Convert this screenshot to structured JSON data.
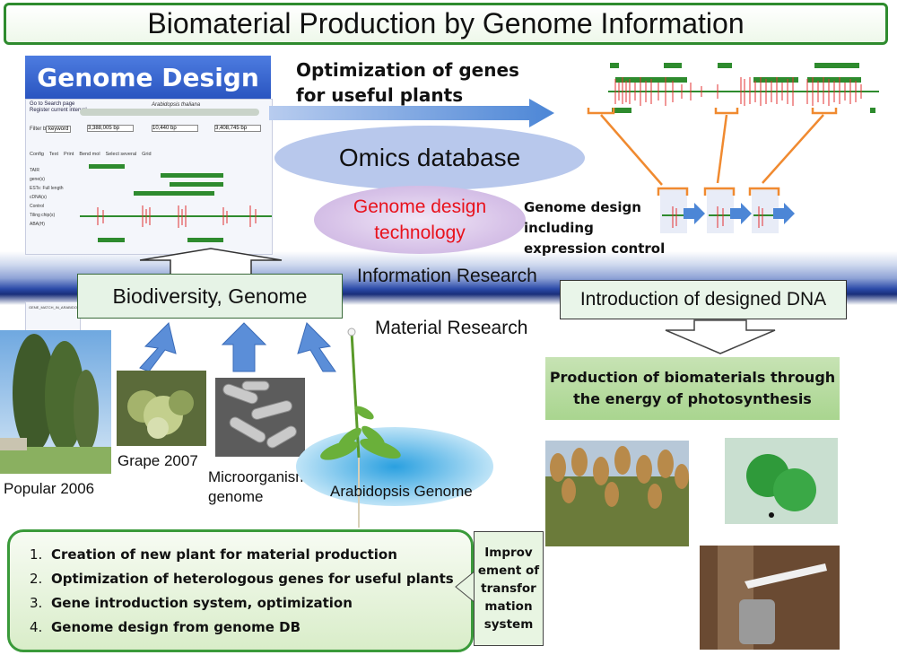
{
  "title": "Biomaterial Production by Genome Information",
  "genome_design": {
    "header": "Genome Design",
    "browser": {
      "link1": "Go to Search page",
      "link2": "Register current interval",
      "species": "Arabidopsis thaliana",
      "filter_label": "Filter by:",
      "filter_value": "keyword",
      "pos_start": "3,388,005 bp",
      "span": "10,440 bp",
      "pos_end": "3,408,745 bp",
      "tools": [
        "Config",
        "Text",
        "Print",
        "Bend mol",
        "Select several",
        "Grid"
      ],
      "tracks": [
        "TAIR",
        "gene(s)",
        "ESTs: Full length",
        "cDNA(s)",
        "Control",
        "Tiling chip(s)",
        "ABA(H)"
      ],
      "lower_track": "GENE_MATCH_IN_ARABIDOPSIS"
    }
  },
  "optimization_text": "Optimization of genes for useful plants",
  "omics_database": "Omics database",
  "genome_design_technology": "Genome design technology",
  "genome_design_expression": "Genome design including expression control",
  "information_research": "Information Research",
  "material_research": "Material Research",
  "biodiversity_genome": "Biodiversity, Genome",
  "introduction_dna": "Introduction of designed DNA",
  "production_biomaterials": "Production of biomaterials through the energy of photosynthesis",
  "captions": {
    "poplar": "Popular 2006",
    "grape": "Grape 2007",
    "micro_line1": "Microorganism",
    "micro_line2": "genome",
    "arabidopsis": "Arabidopsis Genome"
  },
  "list": [
    {
      "num": "1.",
      "text": "Creation of new plant for material production"
    },
    {
      "num": "2.",
      "text": "Optimization of heterologous genes for useful plants"
    },
    {
      "num": "3.",
      "text": "Gene introduction system, optimization"
    },
    {
      "num": "4.",
      "text": "Genome design from genome DB"
    }
  ],
  "improvement": "Improv ement of transfor mation system",
  "colors": {
    "title_border": "#2e8b2e",
    "blue_arrow": "#5b8ed8",
    "orange_arrow": "#f08a30",
    "band_dark": "#1a2f7a",
    "red_text": "#e8121c",
    "green_box": "#a9d58f"
  }
}
